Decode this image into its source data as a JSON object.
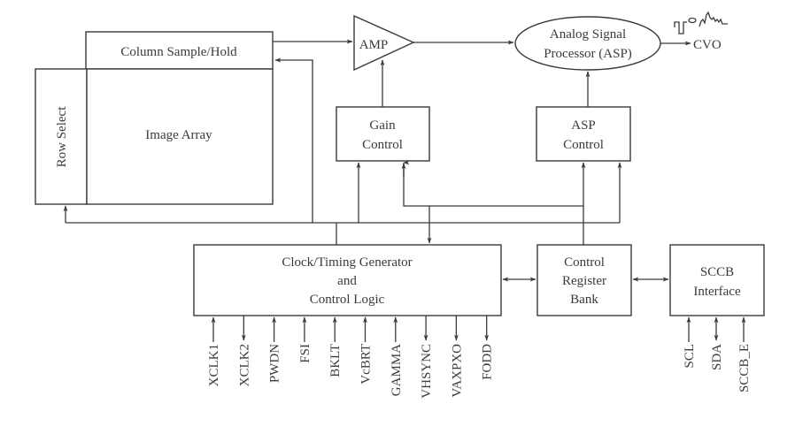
{
  "diagram": {
    "blocks": {
      "column_sample_hold": "Column Sample/Hold",
      "row_select": "Row Select",
      "image_array": "Image Array",
      "amp": "AMP",
      "asp": [
        "Analog Signal",
        "Processor (ASP)"
      ],
      "cvo": "CVO",
      "gain_control": [
        "Gain",
        "Control"
      ],
      "asp_control": [
        "ASP",
        "Control"
      ],
      "clock_timing": [
        "Clock/Timing Generator",
        "and",
        "Control Logic"
      ],
      "control_register_bank": [
        "Control",
        "Register",
        "Bank"
      ],
      "sccb_interface": [
        "SCCB",
        "Interface"
      ]
    },
    "clock_pins": [
      {
        "name": "XCLK1",
        "direction": "in"
      },
      {
        "name": "XCLK2",
        "direction": "out"
      },
      {
        "name": "PWDN",
        "direction": "in"
      },
      {
        "name": "FSI",
        "direction": "in"
      },
      {
        "name": "BKLT",
        "direction": "in"
      },
      {
        "name": "VcBRT",
        "direction": "in"
      },
      {
        "name": "GAMMA",
        "direction": "in"
      },
      {
        "name": "VHSYNC",
        "direction": "out"
      },
      {
        "name": "VAXPXO",
        "direction": "out"
      },
      {
        "name": "FODD",
        "direction": "out"
      }
    ],
    "sccb_pins": [
      {
        "name": "SCL",
        "direction": "in"
      },
      {
        "name": "SDA",
        "direction": "bidir"
      },
      {
        "name": "SCCB_E",
        "direction": "in"
      }
    ]
  }
}
